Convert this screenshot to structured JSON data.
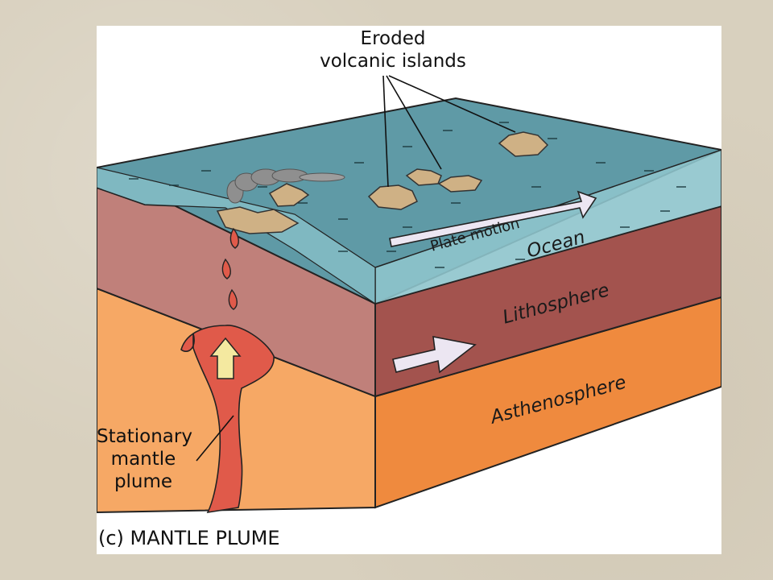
{
  "labels": {
    "eroded_line1": "Eroded",
    "eroded_line2": "volcanic islands",
    "plate_motion": "Plate motion",
    "ocean": "Ocean",
    "lithosphere": "Lithosphere",
    "asthenosphere": "Asthenosphere",
    "plume_line1": "Stationary",
    "plume_line2": "mantle",
    "plume_line3": "plume",
    "caption": "(c) MANTLE PLUME"
  },
  "colors": {
    "background": "#d8d0be",
    "ocean": "#5f9aa6",
    "ocean_face": "#8ec4cc",
    "lithosphere_front": "#a3534e",
    "lithosphere_side": "#c0807a",
    "asthenosphere_front": "#ef8a3e",
    "asthenosphere_side": "#f6a865",
    "plume": "#e05a4a",
    "island": "#cfb185",
    "arrow_fill": "#ece6f2"
  }
}
